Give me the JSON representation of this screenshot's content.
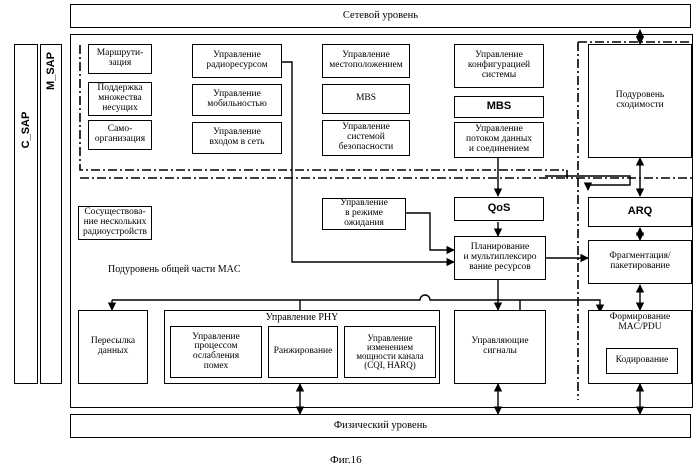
{
  "network_layer": "Сетевой уровень",
  "physical_layer": "Физический уровень",
  "sap": {
    "c_sap": "C_SAP",
    "m_sap": "M_SAP"
  },
  "upper": {
    "routing": "Маршрути-\nзация",
    "multicarrier": "Поддержка\nмножества\nнесущих",
    "self_org": "Само-\nорганизация",
    "radio_resource": "Управление\nрадиоресурсом",
    "mobility": "Управление\nмобильностью",
    "network_entry": "Управление\nвходом в сеть",
    "location": "Управление\nместоположением",
    "mbs_left": "MBS",
    "security": "Управление\nсистемой\nбезопасности",
    "config": "Управление\nконфигурацией\nсистемы",
    "mbs_right": "MBS",
    "flow_mgmt": "Управление\nпотоком данных\nи соединением"
  },
  "common_part": {
    "coexistence": "Сосуществова-\nние нескольких\nрадиоустройств",
    "sublayer_label": "Подуровень общей части MAC",
    "idle_mode": "Управление\nв режиме\nожидания",
    "qos": "QoS",
    "scheduling": "Планирование\nи мультиплексиро\nвание ресурсов",
    "forwarding": "Пересылка\nданных",
    "phy_control": "Управление PHY",
    "interference": "Управление\nпроцессом\nослабления\nпомех",
    "ranging": "Ранжирование",
    "link_adapt": "Управление\nизменением\nмощности канала\n(CQI, HARQ)",
    "control_signals": "Управляющие\nсигналы"
  },
  "convergence": {
    "sublayer": "Подуровень\nсходимости",
    "arq": "ARQ",
    "fragmentation": "Фрагментация/\nпакетирование",
    "pdu": "Формирование\nMAC/PDU",
    "encryption": "Кодирование"
  },
  "caption": "Фиг.16"
}
